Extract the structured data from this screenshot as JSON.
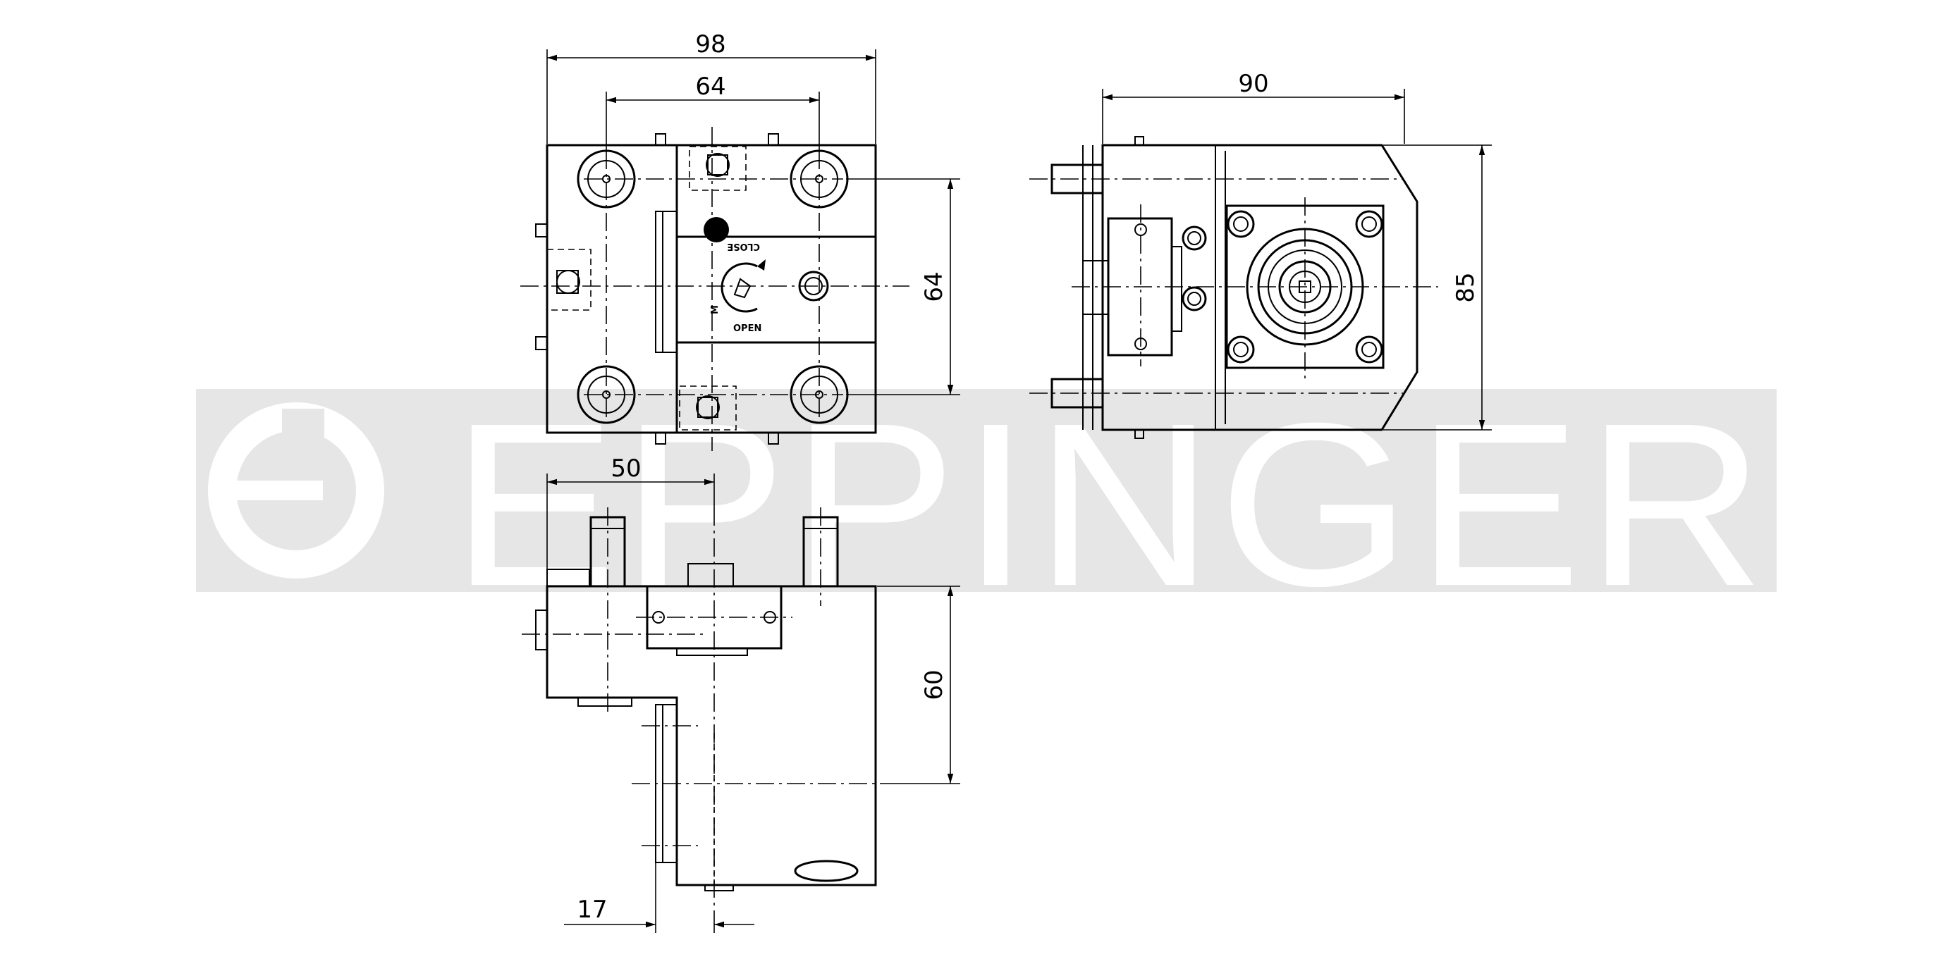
{
  "watermark": {
    "brand": "EPPINGER"
  },
  "dimensions": {
    "top_width": "98",
    "top_bolt_spacing": "64",
    "top_height": "64",
    "front_width": "90",
    "front_height": "85",
    "side_offset": "50",
    "side_height": "60",
    "side_bottom": "17"
  },
  "labels": {
    "close": "CLOSE",
    "open": "OPEN",
    "adjust": "M"
  }
}
